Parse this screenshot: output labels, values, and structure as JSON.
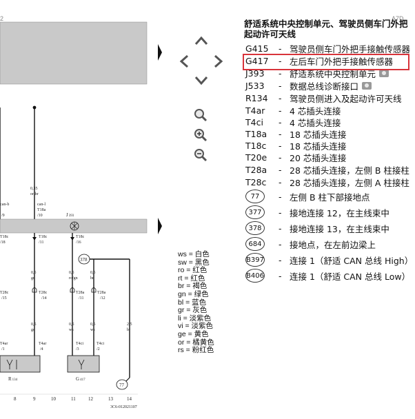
{
  "header": {
    "page_left": "2",
    "page_right": "A7D"
  },
  "diagram": {
    "wires": [
      {
        "id": "w1",
        "size": "0,35",
        "color": "or/br"
      },
      {
        "id": "w2",
        "size": "0,5",
        "color": "gn"
      },
      {
        "id": "w3",
        "size": "0,5",
        "color": "ro/gn"
      },
      {
        "id": "w4",
        "size": "0,5",
        "color": "ro/gn"
      },
      {
        "id": "w5",
        "size": "0,5",
        "color": "ws"
      },
      {
        "id": "w6",
        "size": "0,5",
        "color": "ge"
      },
      {
        "id": "w7",
        "size": "0,5",
        "color": "ws"
      },
      {
        "id": "w8",
        "size": "0,5",
        "color": "br"
      },
      {
        "id": "w9",
        "size": "2,5",
        "color": "br"
      }
    ],
    "pins": {
      "can_b": "can-b",
      "can_l": "can-l",
      "t18a_10": "T18a",
      "t18a_10_num": "/10",
      "t18a_9": "/9",
      "j393_label": "J",
      "j393_sub": "393",
      "t18c_18": "T18c",
      "t18c_18_num": "/18",
      "t18c_11": "T18c",
      "t18c_11_num": "/11",
      "t18c_16": "T18c",
      "t18c_16_num": "/16",
      "t28c_15": "T28c",
      "t28c_15_num": "/15",
      "t28c_14": "T28c",
      "t28c_14_num": "/14",
      "t28a_11": "T28a",
      "t28a_11_num": "/11",
      "t28a_12": "T28a",
      "t28a_12_num": "/12",
      "t4ar_1": "T4ar",
      "t4ar_1_num": "/1",
      "t4ar_4": "T4ar",
      "t4ar_4_num": "/4",
      "t4ci_3": "T4ci",
      "t4ci_3_num": "/3",
      "t4ci_2": "T4ci",
      "t4ci_2_num": "/2",
      "r134": "R",
      "r134_sub": "134",
      "g417": "G",
      "g417_sub": "417",
      "ground_378": "378",
      "ground_77": "77",
      "doc_id": "3C6-012021107"
    },
    "column_numbers": [
      "8",
      "9",
      "10",
      "11",
      "12",
      "13",
      "14"
    ]
  },
  "nav": {
    "up": "chevron-up",
    "down": "chevron-down",
    "left": "chevron-left",
    "right": "chevron-right"
  },
  "zoom": [
    "zoom",
    "zoom-in",
    "zoom-out"
  ],
  "color_legend": [
    "ws = 白色",
    "sw = 黑色",
    "ro = 红色",
    "rt = 红色",
    "br = 褐色",
    "gn = 绿色",
    "bl = 蓝色",
    "gr = 灰色",
    "li = 淡紫色",
    "vi = 淡紫色",
    "ge = 黄色",
    "or = 橘黄色",
    "rs = 粉红色"
  ],
  "legend": {
    "title_line1": "舒适系统中央控制单元、驾驶员侧车门外把",
    "title_line2": "起动许可天线",
    "rows": [
      {
        "code": "G415",
        "desc": "驾驶员侧车门外把手接触传感器"
      },
      {
        "code": "G417",
        "desc": "左后车门外把手接触传感器"
      },
      {
        "code": "J393",
        "desc": "舒适系统中央控制单元"
      },
      {
        "code": "J533",
        "desc": "数据总线诊断接口"
      },
      {
        "code": "R134",
        "desc": "驾驶员侧进入及起动许可天线"
      },
      {
        "code": "T4ar",
        "desc": "4 芯插头连接"
      },
      {
        "code": "T4ci",
        "desc": "4 芯插头连接"
      },
      {
        "code": "T18a",
        "desc": "18 芯插头连接"
      },
      {
        "code": "T18c",
        "desc": "18 芯插头连接"
      },
      {
        "code": "T20e",
        "desc": "20 芯插头连接"
      },
      {
        "code": "T28a",
        "desc": "28 芯插头连接，左侧 B 柱接柱"
      },
      {
        "code": "T28c",
        "desc": "28 芯插头连接，左侧 A 柱接柱"
      }
    ],
    "circle_rows": [
      {
        "code": "77",
        "desc": "左侧 B 柱下部接地点"
      },
      {
        "code": "377",
        "desc": "接地连接 12，在主线束中"
      },
      {
        "code": "378",
        "desc": "接地连接 13，在主线束中"
      },
      {
        "code": "684",
        "desc": "接地点，在左前边梁上"
      },
      {
        "code": "B397",
        "desc": "连接 1（舒适 CAN 总线 High）"
      },
      {
        "code": "B406",
        "desc": "连接 1（舒适 CAN 总线 Low）"
      }
    ],
    "dash": "-"
  },
  "colors": {
    "highlight": "#d8333a",
    "panel_gray": "#c9c9c9",
    "wire": "#111111"
  }
}
